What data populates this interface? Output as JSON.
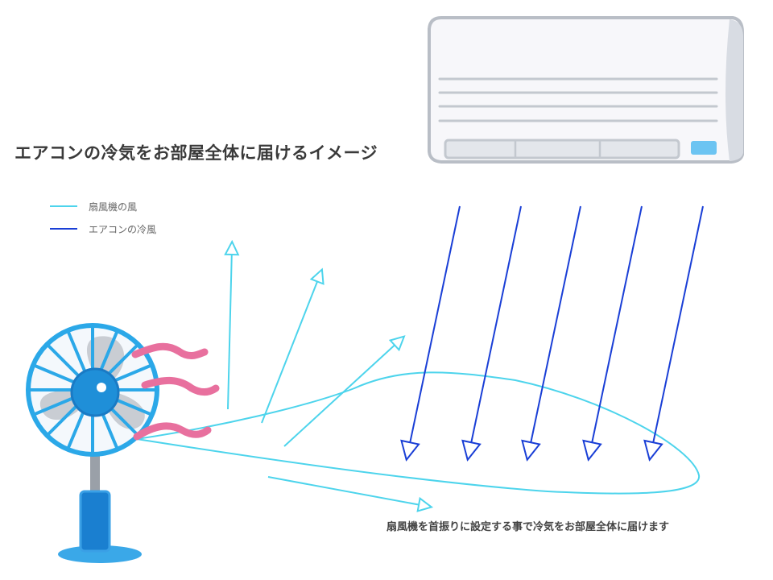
{
  "title": "エアコンの冷気をお部屋全体に届けるイメージ",
  "legend": [
    {
      "label": "扇風機の風",
      "color": "#4dd4ec"
    },
    {
      "label": "エアコンの冷風",
      "color": "#1a3fd6"
    }
  ],
  "caption": "扇風機を首振りに設定する事で冷気をお部屋全体に届けます",
  "colors": {
    "fan_wind": "#4dd4ec",
    "ac_wind": "#1a3fd6",
    "fan_body": "#1f8fd8",
    "fan_blade": "#c9cdd3",
    "warm_air": "#e8709e",
    "ac_body": "#f7f7fa",
    "ac_outline": "#b9bec6",
    "ac_indicator": "#6cc4f2"
  },
  "icons": {
    "air_conditioner": "air-conditioner-icon",
    "fan": "electric-fan-icon"
  }
}
